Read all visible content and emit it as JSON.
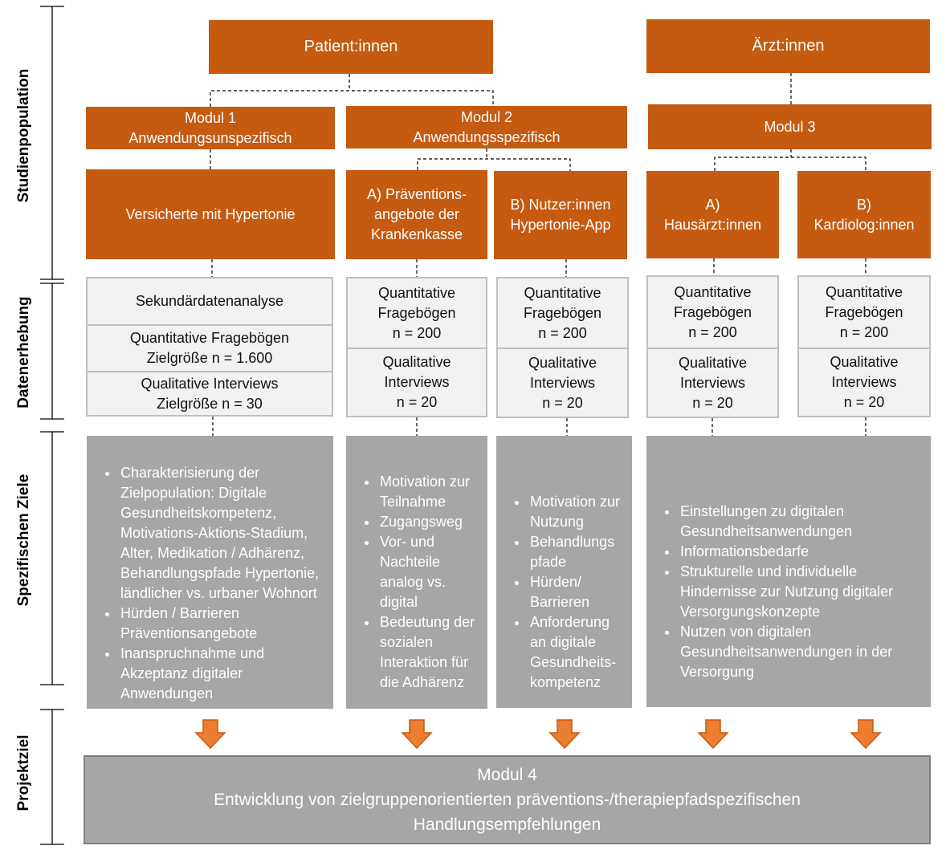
{
  "sections": {
    "population": "Studienpopulation",
    "data": "Datenerhebung",
    "goals": "Spezifischen Ziele",
    "project": "Projektziel"
  },
  "groups": {
    "patients": "Patient:innen",
    "doctors": "Ärzt:innen"
  },
  "modules": {
    "m1": "Modul 1\nAnwendungsunspezifisch",
    "m2": "Modul 2\nAnwendungsspezifisch",
    "m3": "Modul 3"
  },
  "populations": {
    "p1": "Versicherte mit Hypertonie",
    "p2a": "A) Präventions-\nangebote der\nKrankenkasse",
    "p2b": "B) Nutzer:innen\nHypertonie-App",
    "p3a": "A)\nHausärzt:innen",
    "p3b": "B)\nKardiolog:innen"
  },
  "methods": {
    "m1": [
      "Sekundärdatenanalyse",
      "Quantitative Fragebögen\nZielgröße n = 1.600",
      "Qualitative Interviews\nZielgröße n = 30"
    ],
    "quant": "Quantitative\nFragebögen\nn = 200",
    "qual": "Qualitative\nInterviews\nn = 20"
  },
  "goals": {
    "g1": [
      "Charakterisierung der Zielpopulation: Digitale Gesundheitskompetenz, Motivations-Aktions-Stadium, Alter, Medikation / Adhärenz, Behandlungspfade Hypertonie, ländlicher vs. urbaner Wohnort",
      "Hürden / Barrieren Präventionsangebote",
      "Inanspruchnahme und Akzeptanz digitaler Anwendungen"
    ],
    "g2": [
      "Motivation zur Teilnahme",
      "Zugangsweg",
      "Vor- und Nachteile analog vs. digital",
      "Bedeutung der sozialen Interaktion für die Adhärenz"
    ],
    "g3": [
      "Motivation zur Nutzung",
      "Behandlungs pfade",
      "Hürden/ Barrieren",
      "Anforderung an digitale Gesundheits-kompetenz"
    ],
    "g4": [
      "Einstellungen zu digitalen Gesundheitsanwendungen",
      "Informationsbedarfe",
      "Strukturelle und individuelle Hindernisse zur Nutzung digitaler Versorgungskonzepte",
      "Nutzen von digitalen Gesundheitsanwendungen in der Versorgung"
    ]
  },
  "modul4": "Modul 4\nEntwicklung von zielgruppenorientierten präventions-/therapiepfadspezifischen\nHandlungsempfehlungen",
  "colors": {
    "orange": "#C55A11",
    "arrow": "#ED7D31",
    "gray": "#A6A6A6",
    "light": "#F2F2F2"
  }
}
